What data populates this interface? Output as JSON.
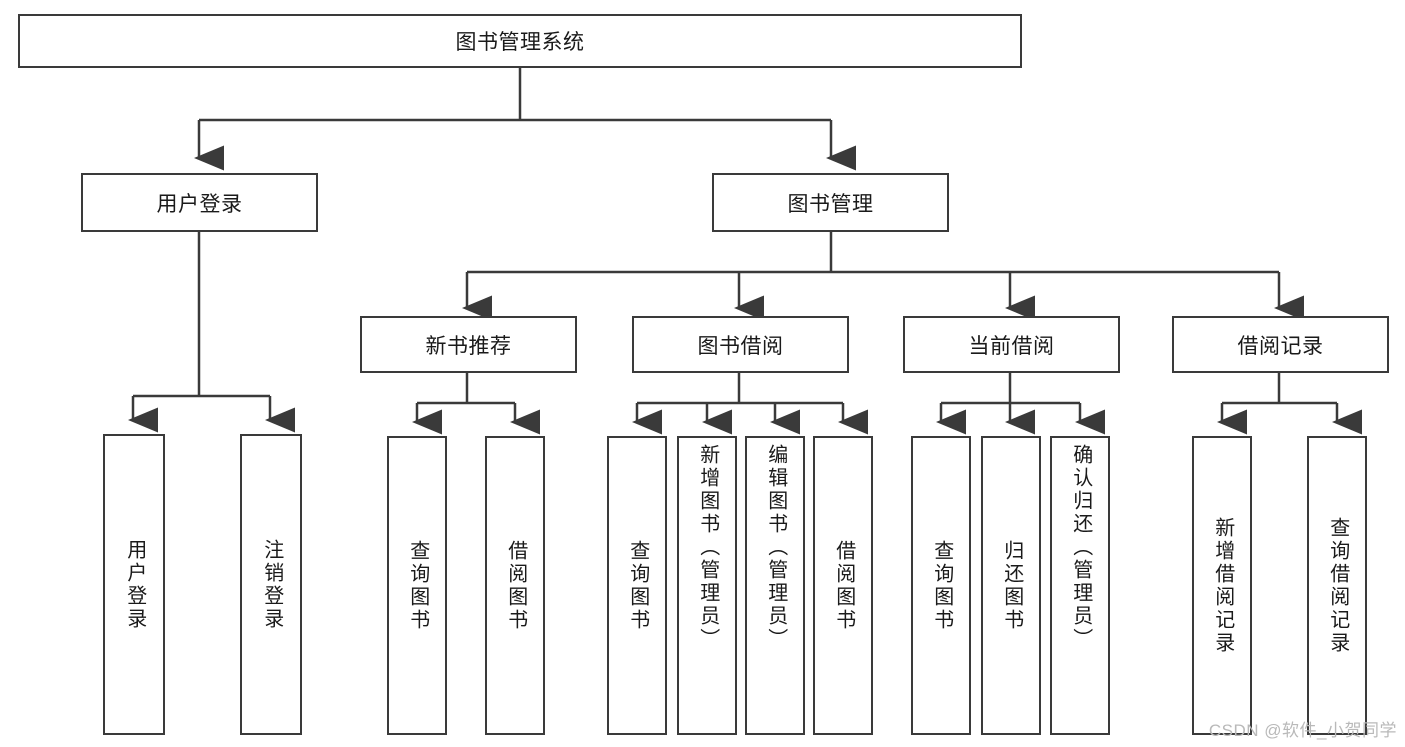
{
  "diagram": {
    "title": "图书管理系统",
    "watermark": "CSDN @软件_小贺同学",
    "colors": {
      "stroke": "#3a3a3a",
      "fill": "#ffffff",
      "text": "#1a1a1a",
      "watermark": "#b9b9b9"
    },
    "levels": {
      "root": {
        "label": "图书管理系统"
      },
      "level2": [
        {
          "label": "用户登录"
        },
        {
          "label": "图书管理"
        }
      ],
      "level3": [
        {
          "label": "新书推荐"
        },
        {
          "label": "图书借阅"
        },
        {
          "label": "当前借阅"
        },
        {
          "label": "借阅记录"
        }
      ],
      "leaves_user_login": [
        {
          "label": "用户登录"
        },
        {
          "label": "注销登录"
        }
      ],
      "leaves_new_book": [
        {
          "label": "查询图书"
        },
        {
          "label": "借阅图书"
        }
      ],
      "leaves_borrow": [
        {
          "label": "查询图书"
        },
        {
          "label": "新增图书（管理员）"
        },
        {
          "label": "编辑图书（管理员）"
        },
        {
          "label": "借阅图书"
        }
      ],
      "leaves_current": [
        {
          "label": "查询图书"
        },
        {
          "label": "归还图书"
        },
        {
          "label": "确认归还（管理员）"
        }
      ],
      "leaves_records": [
        {
          "label": "新增借阅记录"
        },
        {
          "label": "查询借阅记录"
        }
      ]
    }
  }
}
